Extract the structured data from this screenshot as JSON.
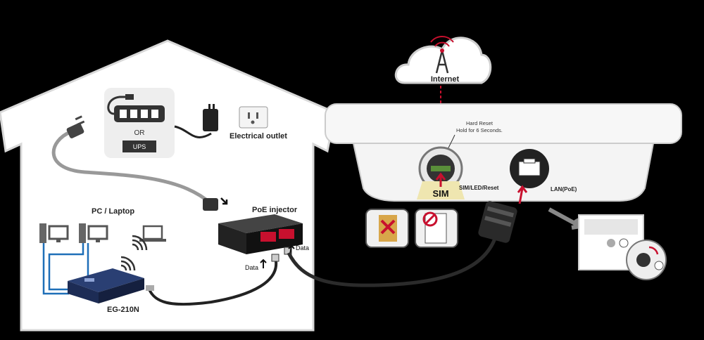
{
  "labels": {
    "internet": "Internet",
    "hard_reset_line1": "Hard Reset",
    "hard_reset_line2": "Hold for 6 Seconds.",
    "sim": "SIM",
    "sim_port": "SIM/LED/Reset",
    "lan_port": "LAN(PoE)",
    "electrical_outlet": "Electrical outlet",
    "or": "OR",
    "ups": "UPS",
    "poe_injector": "PoE injector",
    "pc_laptop": "PC / Laptop",
    "router": "EG-210N",
    "data_left": "Data",
    "data_right": "Data"
  },
  "colors": {
    "house": "#ffffff",
    "accent_red": "#c8102e",
    "cable": "#2b2b2b",
    "lan_blue": "#1e6fb8",
    "cloud": "#ffffff"
  }
}
